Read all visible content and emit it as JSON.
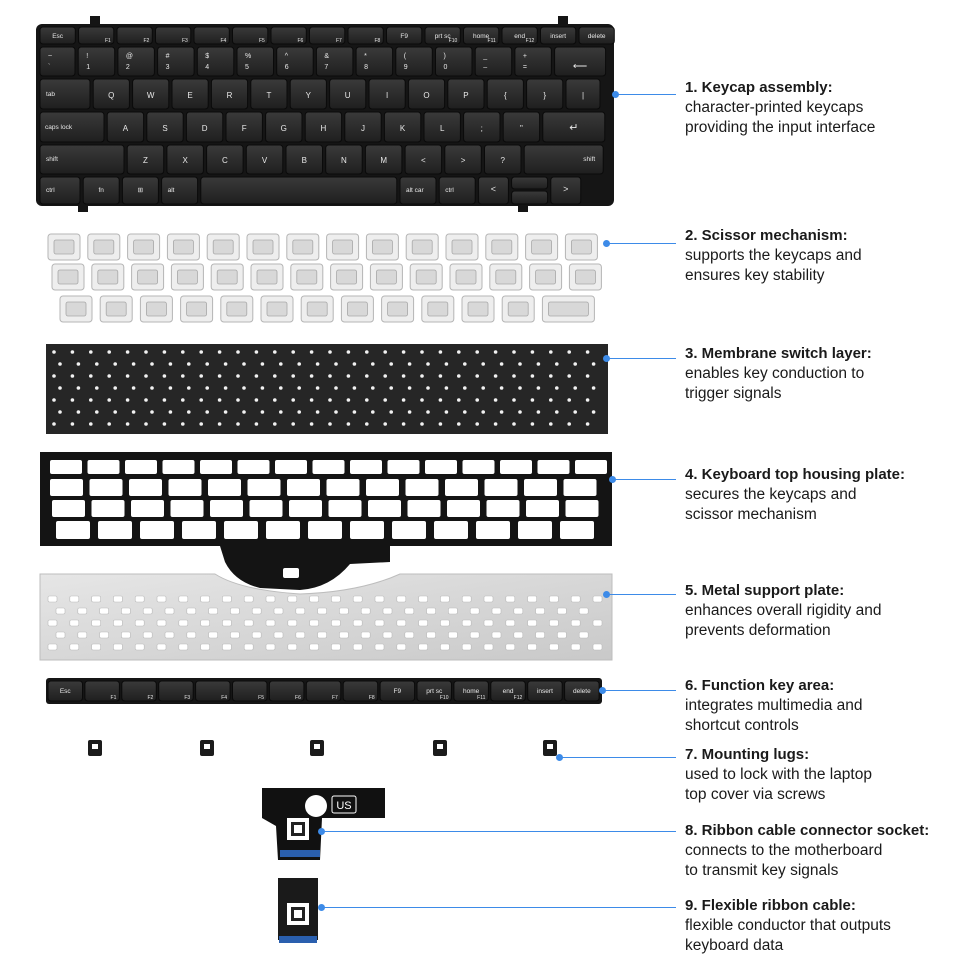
{
  "keyboard": {
    "row0": [
      "Esc",
      "",
      "",
      "",
      "",
      "",
      "",
      "",
      "",
      "F9",
      "prt sc",
      "home",
      "end",
      "insert",
      "delete"
    ],
    "row0_sub": [
      "",
      "F1",
      "F2",
      "F3",
      "F4",
      "F5",
      "F6",
      "F7",
      "F8",
      "",
      "F10",
      "F11",
      "F12",
      "",
      ""
    ],
    "row1_top": [
      "~",
      "!",
      "@",
      "#",
      "$",
      "%",
      "^",
      "&",
      "*",
      "(",
      ")",
      "_",
      "+",
      ""
    ],
    "row1_bot": [
      "`",
      "1",
      "2",
      "3",
      "4",
      "5",
      "6",
      "7",
      "8",
      "9",
      "0",
      "–",
      "=",
      "⟵"
    ],
    "row2": [
      "tab",
      "Q",
      "W",
      "E",
      "R",
      "T",
      "Y",
      "U",
      "I",
      "O",
      "P",
      "{",
      "}",
      "|"
    ],
    "row3": [
      "caps lock",
      "A",
      "S",
      "D",
      "F",
      "G",
      "H",
      "J",
      "K",
      "L",
      ";",
      "\"",
      "↵"
    ],
    "row4": [
      "shift",
      "Z",
      "X",
      "C",
      "V",
      "B",
      "N",
      "M",
      "<",
      ">",
      "?",
      "shift"
    ],
    "row5": [
      "ctrl",
      "fn",
      "⊞",
      "alt",
      "",
      "alt car",
      "ctrl",
      "<",
      "",
      ">"
    ],
    "fn_strip": [
      "Esc",
      "",
      "",
      "",
      "",
      "",
      "",
      "",
      "",
      "F9",
      "prt sc",
      "home",
      "end",
      "insert",
      "delete"
    ],
    "fn_strip_sub": [
      "",
      "F1",
      "F2",
      "F3",
      "F4",
      "F5",
      "F6",
      "F7",
      "F8",
      "",
      "F10",
      "F11",
      "F12",
      "",
      ""
    ],
    "connector_tag": "US"
  },
  "labels": [
    {
      "title": "1. Keycap assembly:",
      "desc": [
        "character-printed keycaps",
        "providing the input interface"
      ]
    },
    {
      "title": "2. Scissor mechanism:",
      "desc": [
        "supports the keycaps and",
        "ensures key stability"
      ]
    },
    {
      "title": "3. Membrane switch layer:",
      "desc": [
        "enables key conduction to",
        "trigger signals"
      ]
    },
    {
      "title": "4. Keyboard top housing plate:",
      "desc": [
        "secures the keycaps and",
        "scissor mechanism"
      ]
    },
    {
      "title": "5. Metal support plate:",
      "desc": [
        "enhances overall rigidity and",
        "prevents deformation"
      ]
    },
    {
      "title": "6. Function key area:",
      "desc": [
        "integrates multimedia and",
        "shortcut controls"
      ]
    },
    {
      "title": "7. Mounting lugs:",
      "desc": [
        "used to lock with the laptop",
        "top cover via screws"
      ]
    },
    {
      "title": "8. Ribbon cable connector socket:",
      "desc": [
        "connects to the motherboard",
        "to transmit key signals"
      ]
    },
    {
      "title": "9. Flexible ribbon cable:",
      "desc": [
        "flexible conductor that outputs",
        "keyboard data"
      ]
    }
  ],
  "colors": {
    "leader": "#3d8be8",
    "key": "#2b2b2b",
    "frame": "#1c1c1c",
    "metal": "#d9d9d9"
  }
}
